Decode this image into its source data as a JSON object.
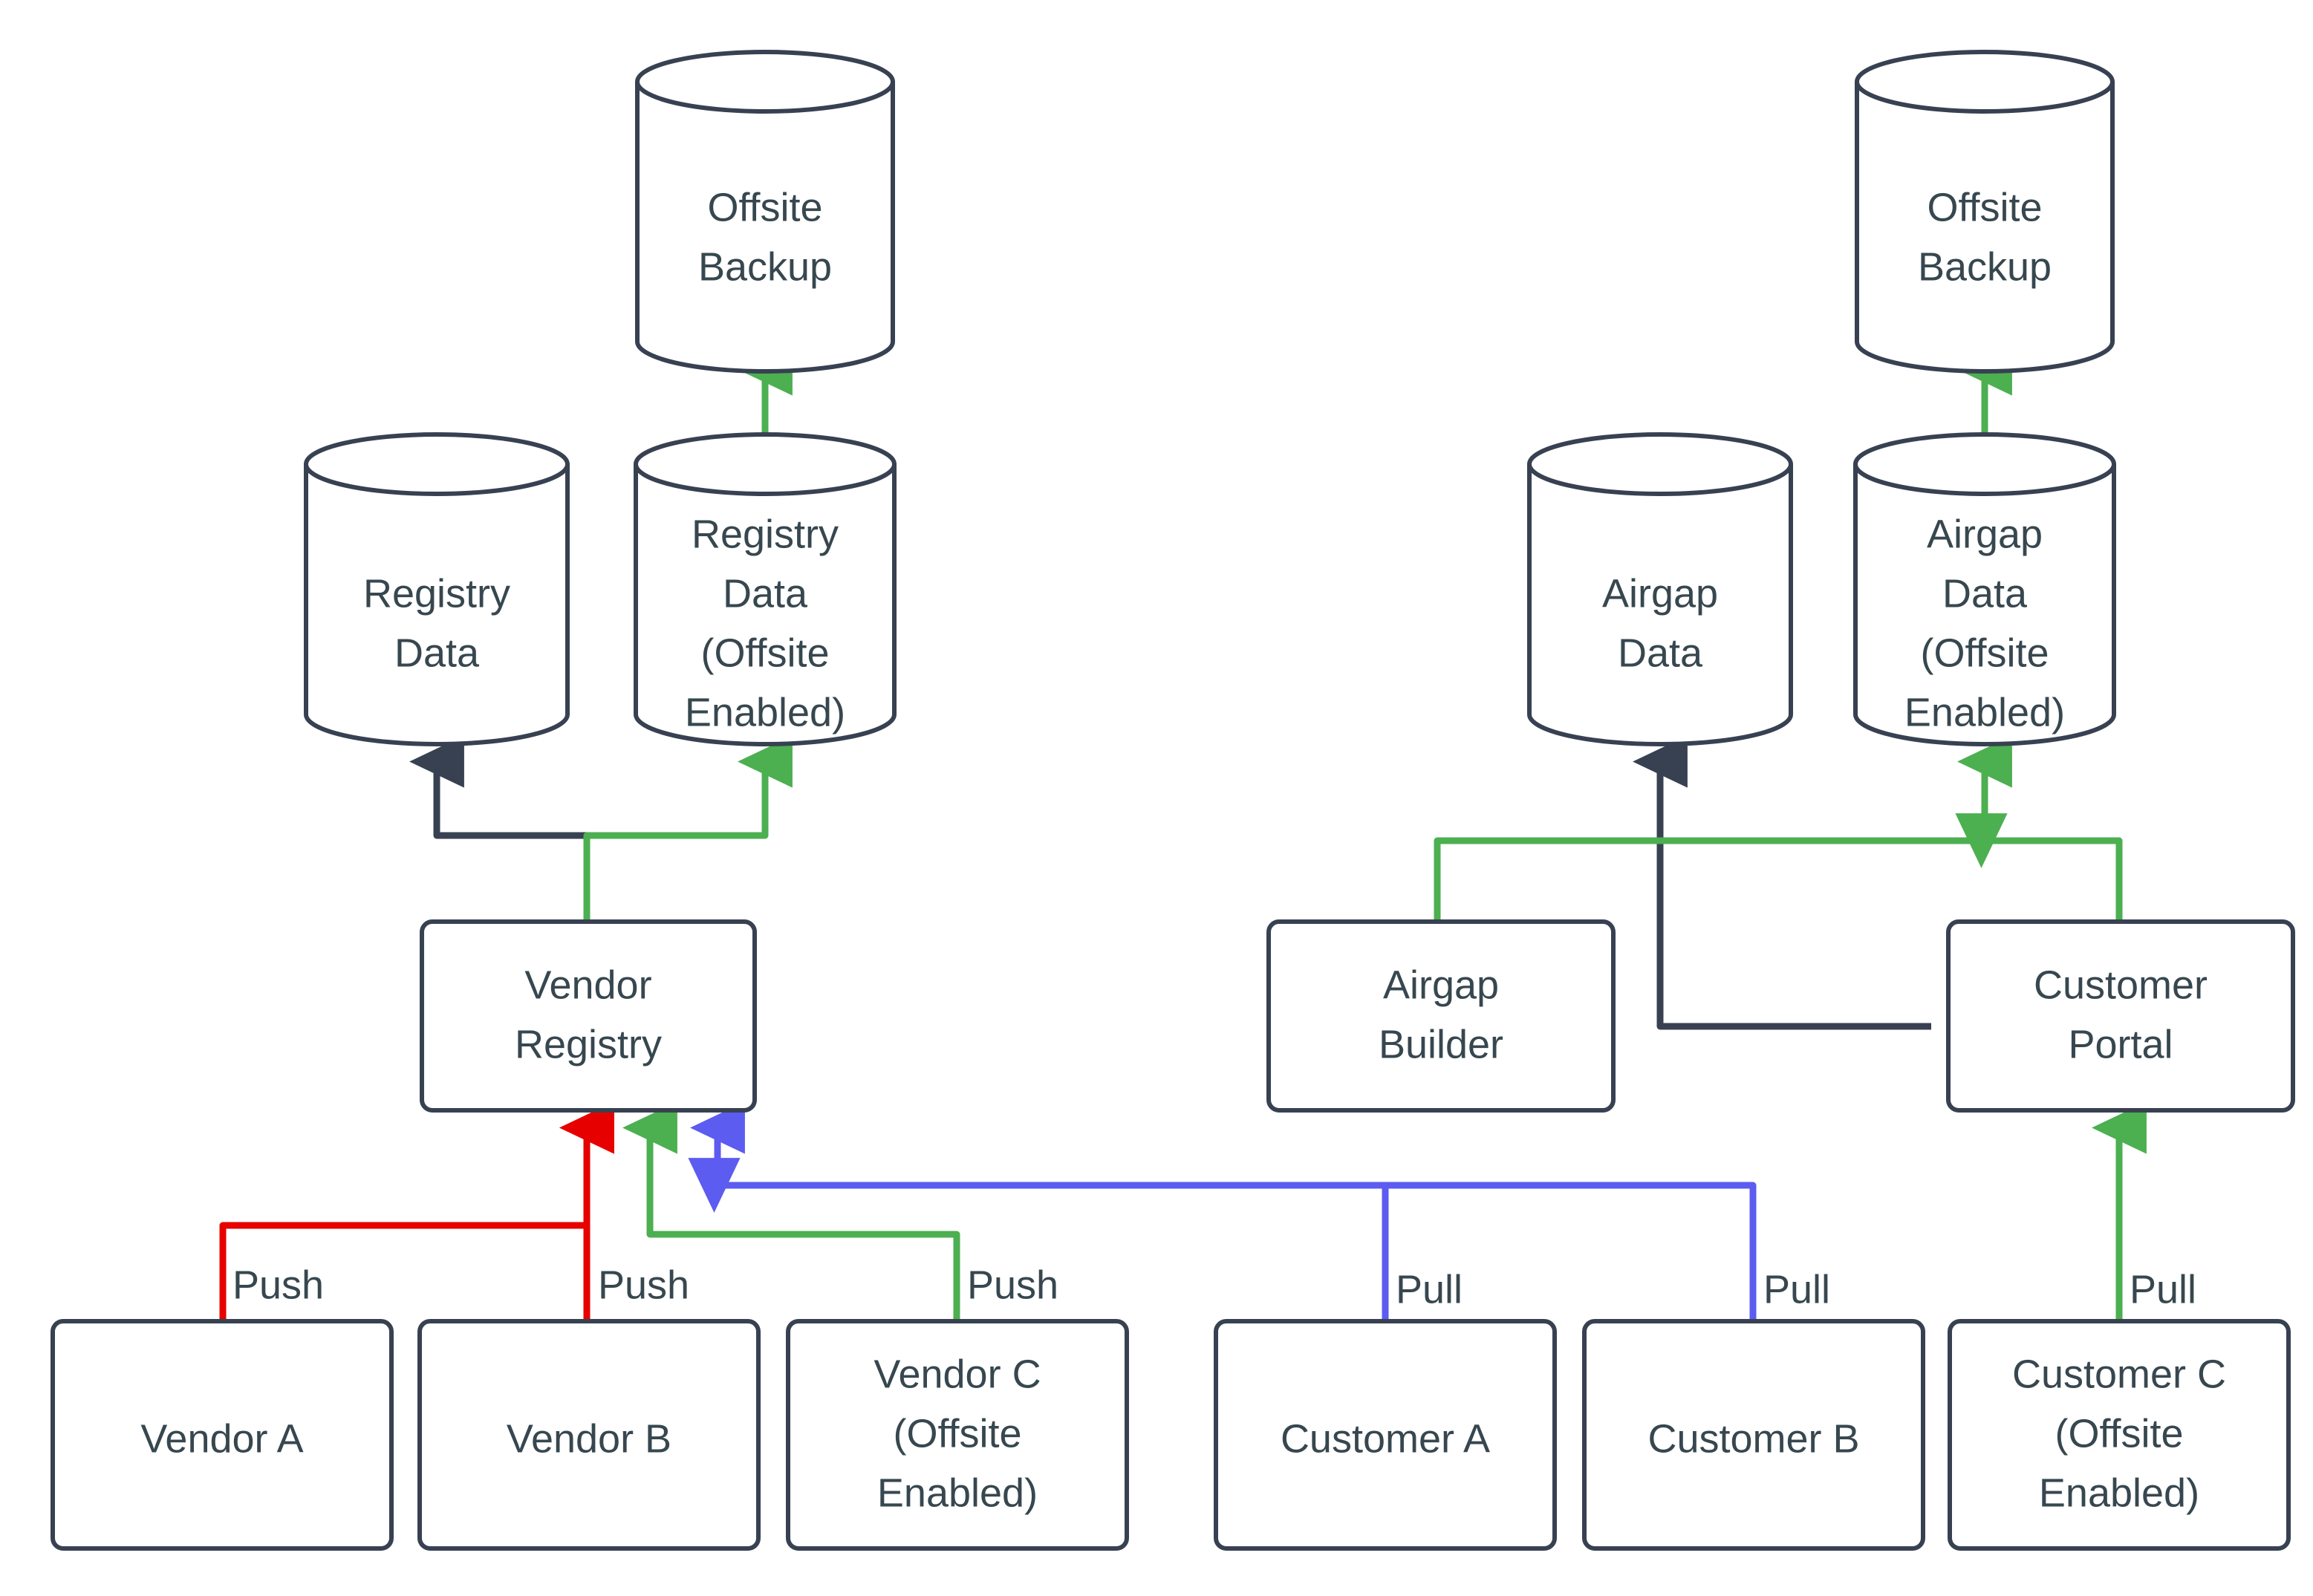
{
  "diagram": {
    "type": "flowchart",
    "background": "#ffffff",
    "colors": {
      "node_stroke": "#374151",
      "node_fill": "#ffffff",
      "text": "#37474f",
      "flow_default": "#374151",
      "flow_offsite": "#4caf50",
      "flow_push": "#e60000",
      "flow_pull": "#5c5cf0"
    },
    "nodes": [
      {
        "id": "offsite-backup-left",
        "label": "Offsite\nBackup",
        "line1": "Offsite",
        "line2": "Backup",
        "line3": "",
        "shape": "cylinder"
      },
      {
        "id": "registry-data",
        "label": "Registry\nData",
        "line1": "Registry",
        "line2": "Data",
        "line3": "",
        "shape": "cylinder"
      },
      {
        "id": "registry-data-offsite",
        "label": "Registry\nData\n(Offsite\nEnabled)",
        "line1": "Registry",
        "line2": "Data",
        "line3": "(Offsite",
        "line4": "Enabled)",
        "shape": "cylinder"
      },
      {
        "id": "vendor-registry",
        "label": "Vendor\nRegistry",
        "line1": "Vendor",
        "line2": "Registry",
        "line3": "",
        "shape": "box"
      },
      {
        "id": "vendor-a",
        "label": "Vendor A",
        "line1": "Vendor A",
        "line2": "",
        "line3": "",
        "shape": "box"
      },
      {
        "id": "vendor-b",
        "label": "Vendor B",
        "line1": "Vendor B",
        "line2": "",
        "line3": "",
        "shape": "box"
      },
      {
        "id": "vendor-c",
        "label": "Vendor C\n(Offsite\nEnabled)",
        "line1": "Vendor C",
        "line2": "(Offsite",
        "line3": "Enabled)",
        "shape": "box"
      },
      {
        "id": "offsite-backup-right",
        "label": "Offsite\nBackup",
        "line1": "Offsite",
        "line2": "Backup",
        "line3": "",
        "shape": "cylinder"
      },
      {
        "id": "airgap-data",
        "label": "Airgap\nData",
        "line1": "Airgap",
        "line2": "Data",
        "line3": "",
        "shape": "cylinder"
      },
      {
        "id": "airgap-data-offsite",
        "label": "Airgap\nData\n(Offsite\nEnabled)",
        "line1": "Airgap",
        "line2": "Data",
        "line3": "(Offsite",
        "line4": "Enabled)",
        "shape": "cylinder"
      },
      {
        "id": "airgap-builder",
        "label": "Airgap\nBuilder",
        "line1": "Airgap",
        "line2": "Builder",
        "line3": "",
        "shape": "box"
      },
      {
        "id": "customer-portal",
        "label": "Customer\nPortal",
        "line1": "Customer",
        "line2": "Portal",
        "line3": "",
        "shape": "box"
      },
      {
        "id": "customer-a",
        "label": "Customer A",
        "line1": "Customer A",
        "line2": "",
        "line3": "",
        "shape": "box"
      },
      {
        "id": "customer-b",
        "label": "Customer B",
        "line1": "Customer B",
        "line2": "",
        "line3": "",
        "shape": "box"
      },
      {
        "id": "customer-c",
        "label": "Customer C\n(Offsite\nEnabled)",
        "line1": "Customer C",
        "line2": "(Offsite",
        "line3": "Enabled)",
        "shape": "box"
      }
    ],
    "edges": [
      {
        "id": "vendor-a-push",
        "from": "vendor-a",
        "to": "vendor-registry",
        "label": "Push",
        "color": "#e60000"
      },
      {
        "id": "vendor-b-push",
        "from": "vendor-b",
        "to": "vendor-registry",
        "label": "Push",
        "color": "#e60000"
      },
      {
        "id": "vendor-c-push",
        "from": "vendor-c",
        "to": "vendor-registry",
        "label": "Push",
        "color": "#4caf50"
      },
      {
        "id": "customer-a-pull",
        "from": "customer-a",
        "to": "vendor-registry",
        "label": "Pull",
        "color": "#5c5cf0"
      },
      {
        "id": "customer-b-pull",
        "from": "customer-b",
        "to": "vendor-registry",
        "label": "Pull",
        "color": "#5c5cf0"
      },
      {
        "id": "customer-c-pull",
        "from": "customer-c",
        "to": "customer-portal",
        "label": "Pull",
        "color": "#4caf50"
      },
      {
        "id": "registry-store",
        "from": "vendor-registry",
        "to": "registry-data",
        "label": "",
        "color": "#374151"
      },
      {
        "id": "registry-store-offsite",
        "from": "vendor-registry",
        "to": "registry-data-offsite",
        "label": "",
        "color": "#4caf50"
      },
      {
        "id": "registry-offsite-backup",
        "from": "registry-data-offsite",
        "to": "offsite-backup-left",
        "label": "",
        "color": "#4caf50"
      },
      {
        "id": "airgap-store",
        "from": "customer-portal",
        "to": "airgap-data",
        "label": "",
        "color": "#374151"
      },
      {
        "id": "airgap-builder-store",
        "from": "airgap-builder",
        "to": "airgap-data-offsite",
        "label": "",
        "color": "#4caf50"
      },
      {
        "id": "portal-store-offsite",
        "from": "customer-portal",
        "to": "airgap-data-offsite",
        "label": "",
        "color": "#4caf50"
      },
      {
        "id": "airgap-offsite-backup",
        "from": "airgap-data-offsite",
        "to": "offsite-backup-right",
        "label": "",
        "color": "#4caf50"
      }
    ],
    "edge_labels": [
      {
        "id": "label-push-a",
        "text": "Push"
      },
      {
        "id": "label-push-b",
        "text": "Push"
      },
      {
        "id": "label-push-c",
        "text": "Push"
      },
      {
        "id": "label-pull-a",
        "text": "Pull"
      },
      {
        "id": "label-pull-b",
        "text": "Pull"
      },
      {
        "id": "label-pull-c",
        "text": "Pull"
      }
    ]
  }
}
